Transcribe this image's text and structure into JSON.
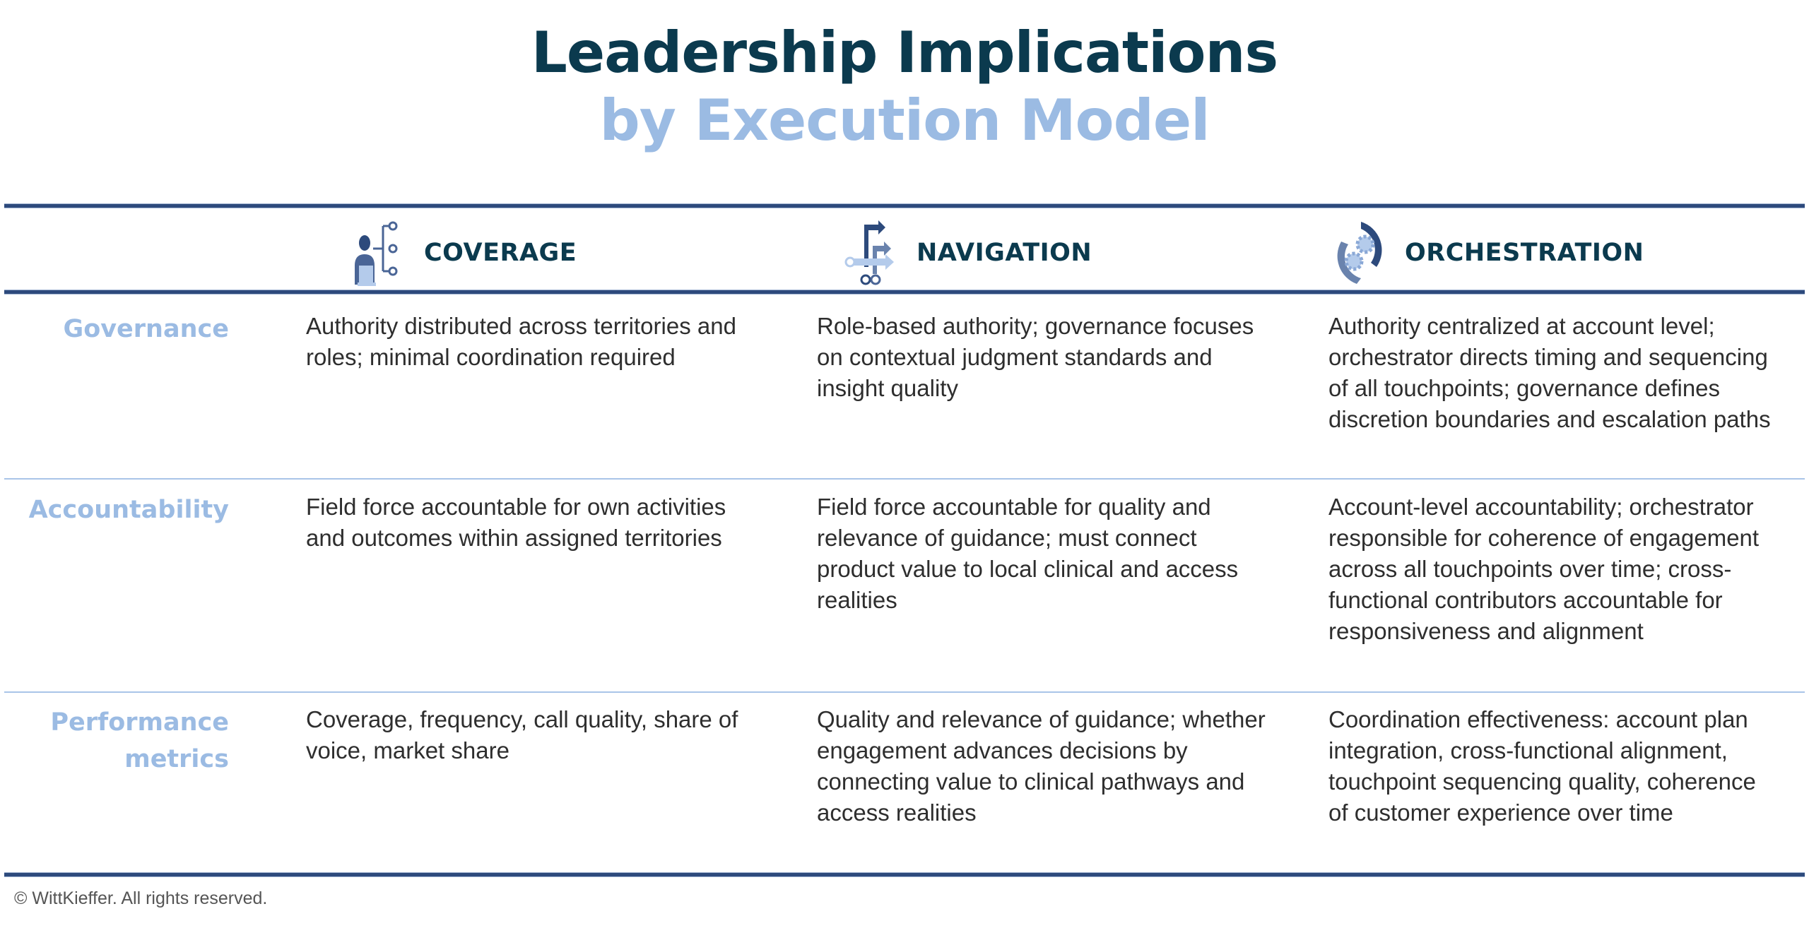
{
  "title": {
    "line1": "Leadership Implications",
    "line2": "by Execution Model"
  },
  "columns": [
    {
      "label": "COVERAGE",
      "icon": "person-laptop-network-icon"
    },
    {
      "label": "NAVIGATION",
      "icon": "branching-arrows-icon"
    },
    {
      "label": "ORCHESTRATION",
      "icon": "gears-cycle-icon"
    }
  ],
  "rows": [
    {
      "label": "Governance",
      "cells": [
        "Authority distributed across territories and roles; minimal coordination required",
        "Role-based authority; governance focuses on contextual judgment standards and insight quality",
        "Authority centralized at account level; orchestrator directs timing and sequencing of all touchpoints; governance defines discretion boundaries and escalation paths"
      ]
    },
    {
      "label": "Accountability",
      "cells": [
        "Field force accountable for own activities and outcomes within assigned territories",
        "Field force accountable for quality and relevance of guidance; must connect product value to local clinical and access realities",
        "Account-level accountability; orchestrator responsible for coherence of engagement across all touchpoints over time; cross-functional contributors accountable for responsiveness and alignment"
      ]
    },
    {
      "label": "Performance metrics",
      "cells": [
        "Coverage, frequency, call quality, share of voice, market share",
        "Quality and relevance of guidance; whether engagement advances decisions by connecting value to clinical pathways and access realities",
        "Coordination effectiveness: account plan integration, cross-functional alignment, touchpoint sequencing quality, coherence of customer experience over time"
      ]
    }
  ],
  "footer": "© WittKieffer. All rights reserved.",
  "colors": {
    "dark": "#0b3a4e",
    "light": "#9bbbe3",
    "rule": "#2d4a7c"
  }
}
